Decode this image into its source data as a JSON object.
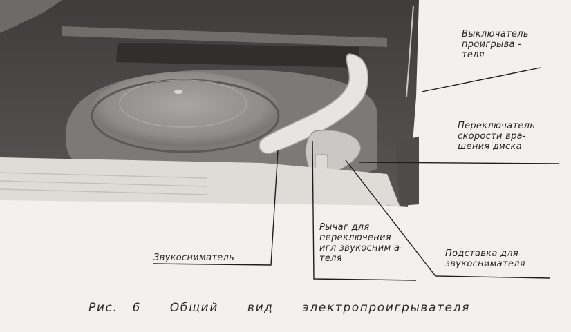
{
  "labels": {
    "player_switch": "Выключатель\nпроигрыва -\nтеля",
    "speed_switch": "Переключатель\nскорости вра-\nщения диска",
    "needle_lever": "Рычаг для\nпереключения\nигл звукосним а-\nтеля",
    "pickup_rest": "Подставка для\nзвукоснимателя",
    "pickup": "Звукосниматель"
  },
  "caption": "Рис. 6  Общий  вид  электропроигрывателя"
}
